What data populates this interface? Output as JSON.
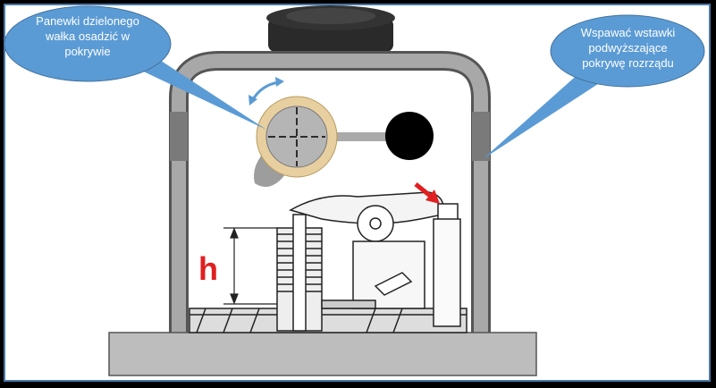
{
  "callouts": {
    "left": "Panewki dzielonego wałka osadzić w pokrywie",
    "right": "Wspawać wstawki podwyższające pokrywę rozrządu"
  },
  "labels": {
    "height": "h"
  },
  "colors": {
    "bubble": "#5b9bd5",
    "frame": "#9a9a9a",
    "accent_red": "#e02020",
    "bearing": "#e8cfa0"
  }
}
